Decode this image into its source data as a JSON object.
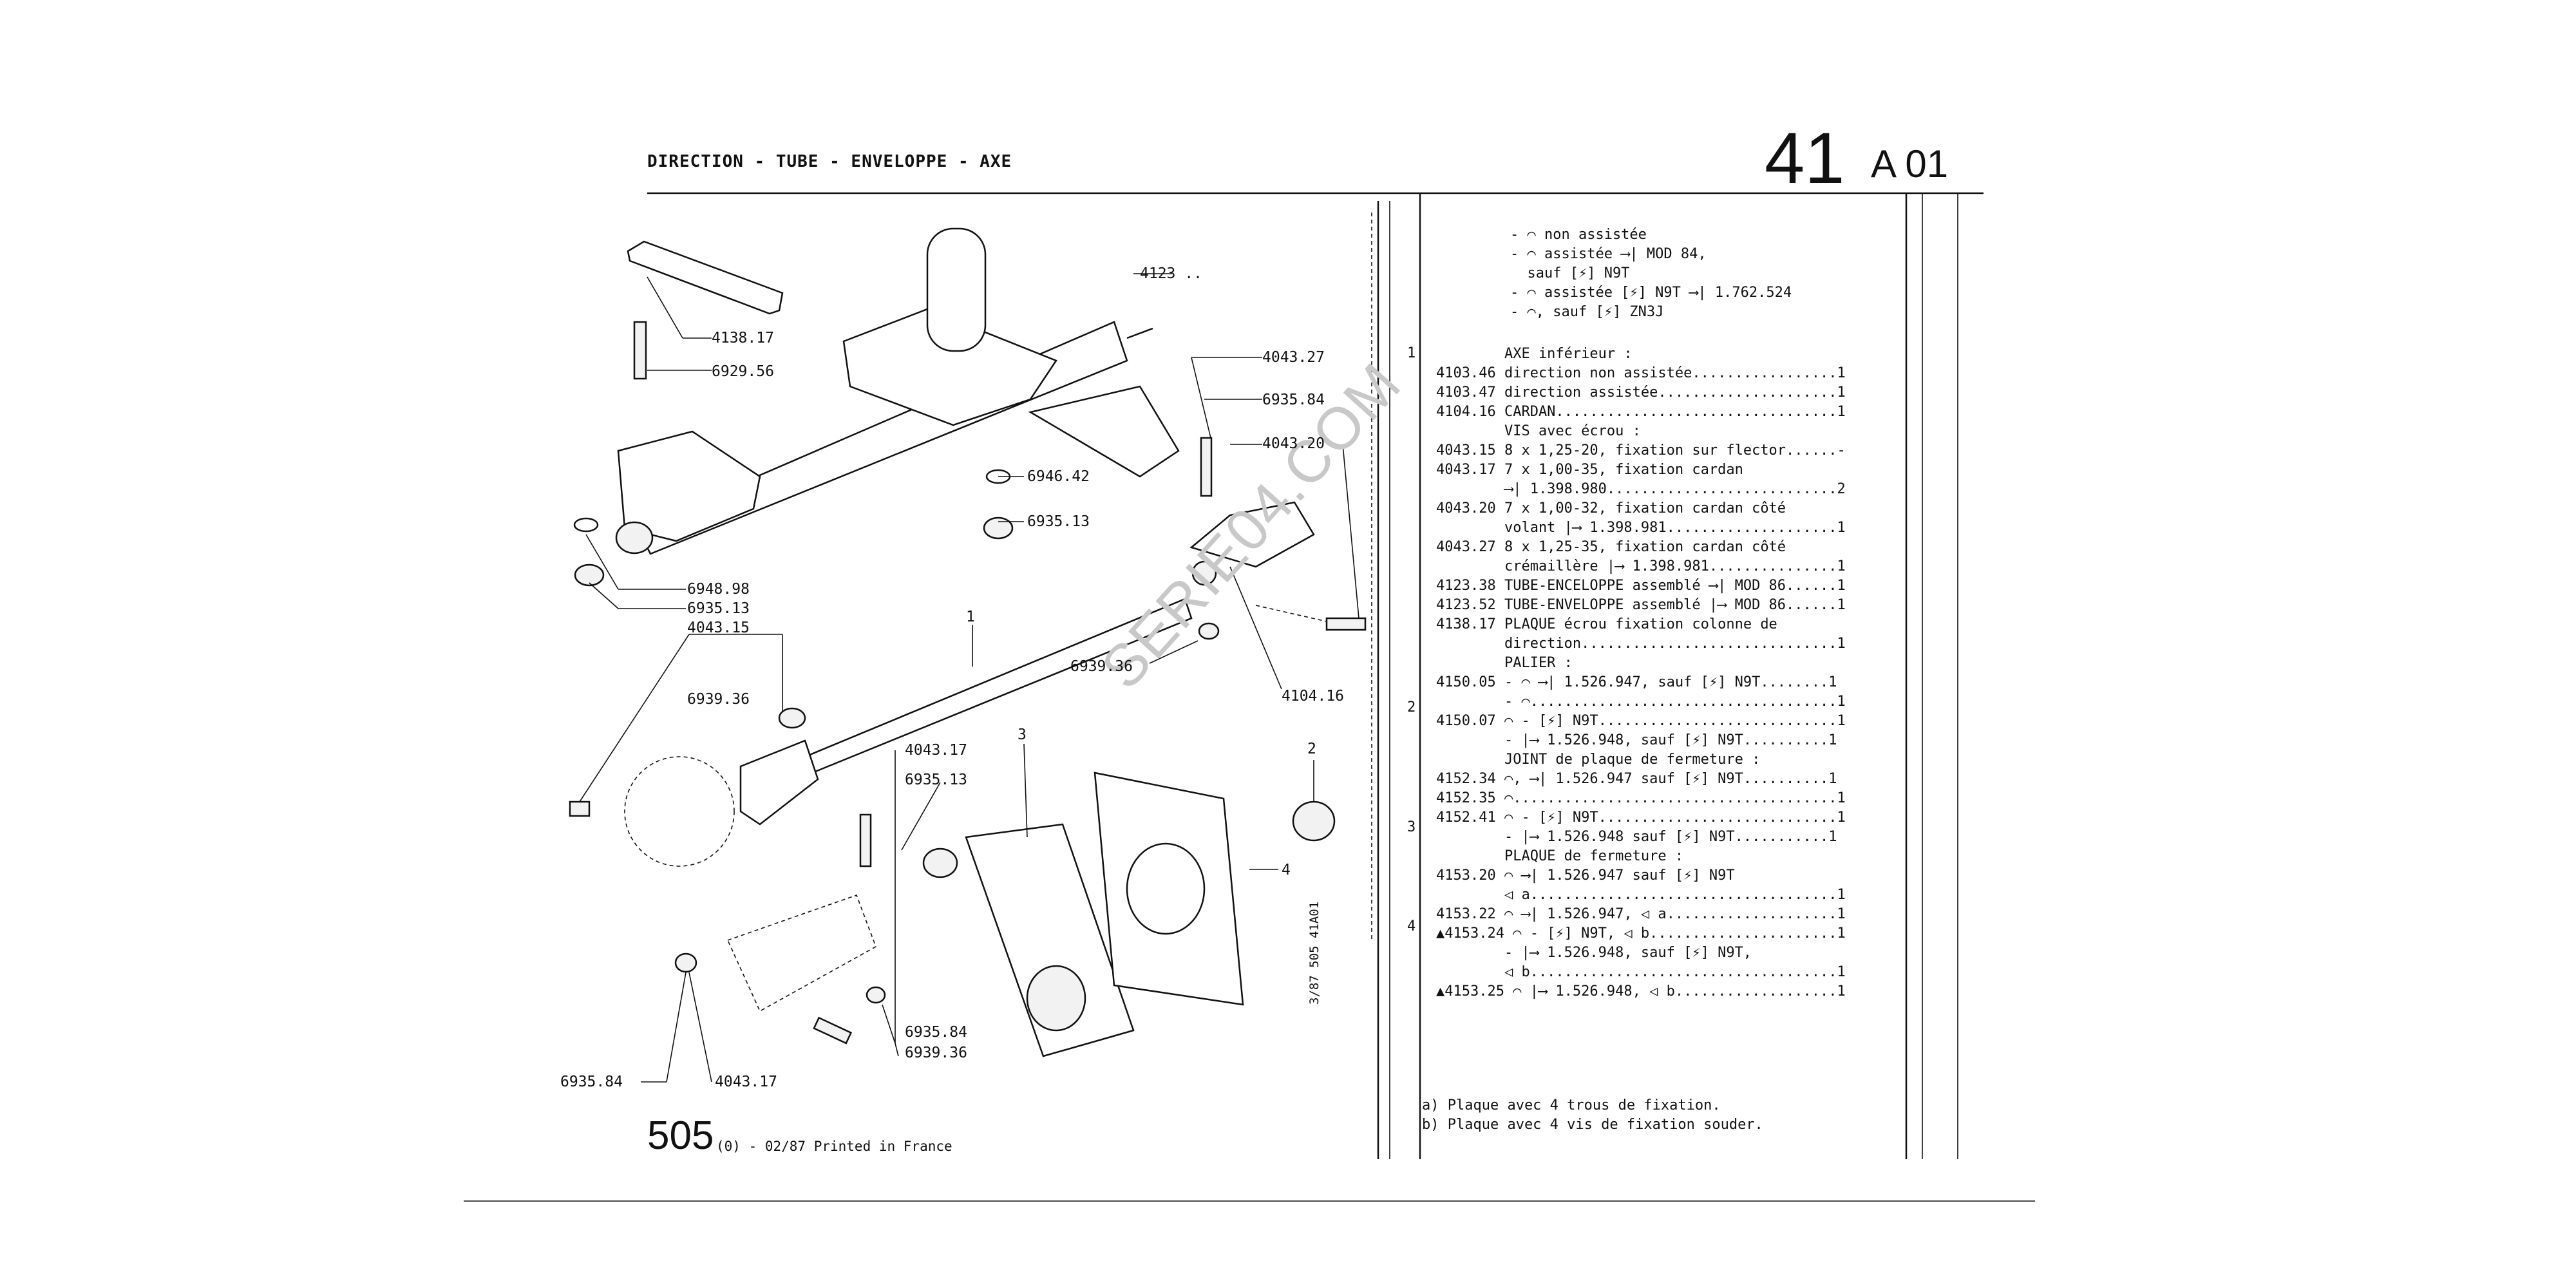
{
  "header": {
    "title": "DIRECTION - TUBE - ENVELOPPE - AXE",
    "page_number": "41",
    "section": "A 01"
  },
  "footer": {
    "number": "505",
    "text": "(0) - 02/87 Printed in France",
    "side_reference": "3/87 505 41A01"
  },
  "watermark": "SERIE04.COM",
  "diagram": {
    "callouts": [
      "4138.17",
      "6929.56",
      "4123 ..",
      "4043.27",
      "6935.84",
      "4043.20",
      "6946.42",
      "6935.13",
      "6948.98",
      "6935.13",
      "4043.15",
      "1",
      "6939.36",
      "6939.36",
      "4104.16",
      "4043.17",
      "6935.13",
      "3",
      "2",
      "4",
      "6935.84",
      "6939.36",
      "6935.84",
      "4043.17"
    ]
  },
  "parts_list": {
    "intro_lines": [
      "- ⌒ non assistée",
      "- ⌒ assistée ⟶| MOD 84,",
      "  sauf [⚡] N9T",
      "- ⌒ assistée [⚡] N9T ⟶| 1.762.524",
      "- ⌒, sauf [⚡] ZN3J"
    ],
    "item_numbers": [
      "1",
      "2",
      "3",
      "4"
    ],
    "lines": [
      "        AXE inférieur :",
      "4103.46 direction non assistée.................1",
      "4103.47 direction assistée.....................1",
      "",
      "4104.16 CARDAN.................................1",
      "        VIS avec écrou :",
      "4043.15 8 x 1,25-20, fixation sur flector......-",
      "4043.17 7 x 1,00-35, fixation cardan",
      "        ⟶| 1.398.980...........................2",
      "4043.20 7 x 1,00-32, fixation cardan côté",
      "        volant |⟶ 1.398.981....................1",
      "4043.27 8 x 1,25-35, fixation cardan côté",
      "        crémaillère |⟶ 1.398.981...............1",
      "",
      "4123.38 TUBE-ENCELOPPE assemblé ⟶| MOD 86......1",
      "4123.52 TUBE-ENVELOPPE assemblé |⟶ MOD 86......1",
      "4138.17 PLAQUE écrou fixation colonne de",
      "        direction..............................1",
      "        PALIER :",
      "4150.05 - ⌒ ⟶| 1.526.947, sauf [⚡] N9T........1",
      "        - ⌒....................................1",
      "4150.07 ⌒ - [⚡] N9T............................1",
      "        - |⟶ 1.526.948, sauf [⚡] N9T..........1",
      "",
      "        JOINT de plaque de fermeture :",
      "4152.34 ⌒, ⟶| 1.526.947 sauf [⚡] N9T..........1",
      "4152.35 ⌒......................................1",
      "4152.41 ⌒ - [⚡] N9T............................1",
      "        - |⟶ 1.526.948 sauf [⚡] N9T...........1",
      "        PLAQUE de fermeture :",
      "4153.20 ⌒ ⟶| 1.526.947 sauf [⚡] N9T",
      "        ◁ a....................................1",
      "4153.22 ⌒ ⟶| 1.526.947, ◁ a....................1",
      "▲4153.24 ⌒ - [⚡] N9T, ◁ b......................1",
      "        - |⟶ 1.526.948, sauf [⚡] N9T,",
      "        ◁ b....................................1",
      "▲4153.25 ⌒ |⟶ 1.526.948, ◁ b...................1"
    ],
    "notes": [
      "a) Plaque avec 4 trous de fixation.",
      "b) Plaque avec 4 vis de fixation souder."
    ]
  }
}
